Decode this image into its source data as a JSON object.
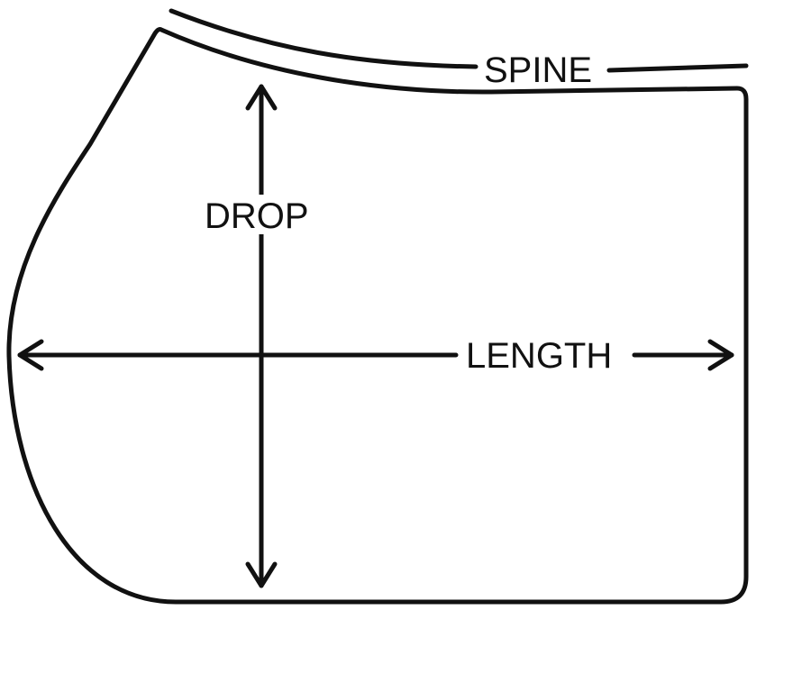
{
  "labels": {
    "spine": "SPINE",
    "drop": "DROP",
    "length": "LENGTH"
  },
  "colors": {
    "outline": "#111111",
    "background": "#ffffff"
  }
}
